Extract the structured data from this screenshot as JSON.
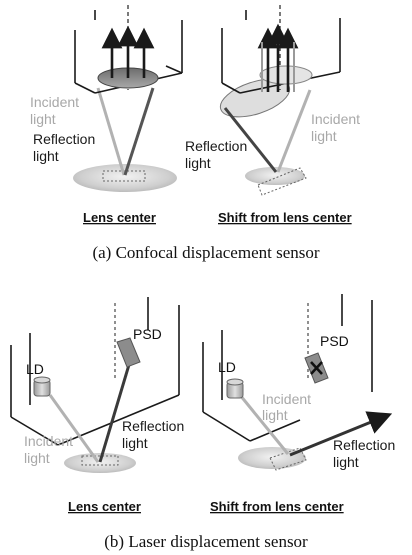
{
  "figure": {
    "panel_a": {
      "caption": "(a) Confocal displacement sensor",
      "left": {
        "sublabel": "Lens center",
        "incident_light": "Incident light",
        "incident_light_lines": [
          "Incident",
          "light"
        ],
        "reflection_light_lines": [
          "Reflection",
          "light"
        ]
      },
      "right": {
        "sublabel": "Shift from lens center",
        "incident_light_lines": [
          "Incident",
          "light"
        ],
        "reflection_light_lines": [
          "Reflection",
          "light"
        ]
      }
    },
    "panel_b": {
      "caption": "(b) Laser displacement sensor",
      "left": {
        "sublabel": "Lens center",
        "ld": "LD",
        "psd": "PSD",
        "incident_light_lines": [
          "Incident",
          "light"
        ],
        "reflection_light_lines": [
          "Reflection",
          "light"
        ]
      },
      "right": {
        "sublabel": "Shift from lens center",
        "ld": "LD",
        "psd": "PSD",
        "incident_light_lines": [
          "Incident",
          "light"
        ],
        "reflection_light_lines": [
          "Reflection",
          "light"
        ]
      }
    },
    "colors": {
      "frame": "#1a1a1a",
      "incident": "#a0a0a0",
      "reflection": "#3a3a3a",
      "spot": "#c8c8c8",
      "lens": "#8f8f8f"
    }
  }
}
